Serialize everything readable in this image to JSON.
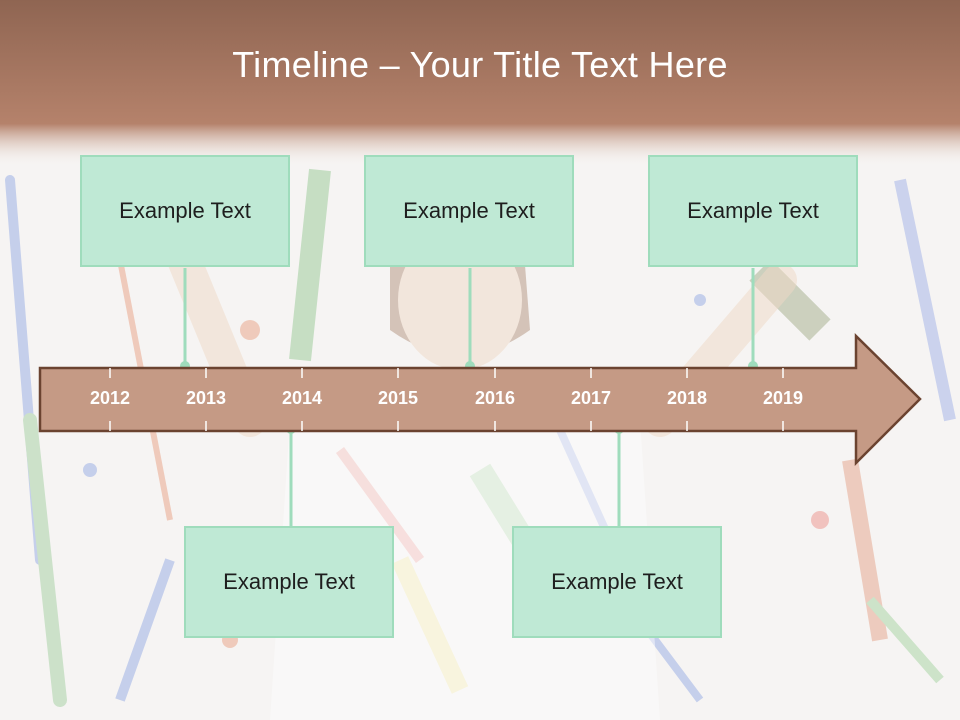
{
  "slide": {
    "title": "Timeline – Your Title Text Here"
  },
  "colors": {
    "header": "#a8745e",
    "arrow_fill": "#c59a85",
    "arrow_stroke": "#6b4330",
    "box_fill": "#bfe9d5",
    "connector": "#9fdcbc",
    "year_text": "#ffffff"
  },
  "timeline": {
    "years": [
      "2012",
      "2013",
      "2014",
      "2015",
      "2016",
      "2017",
      "2018",
      "2019"
    ],
    "events_top": [
      {
        "text": "Example Text"
      },
      {
        "text": "Example Text"
      },
      {
        "text": "Example Text"
      }
    ],
    "events_bottom": [
      {
        "text": "Example Text"
      },
      {
        "text": "Example Text"
      }
    ]
  }
}
